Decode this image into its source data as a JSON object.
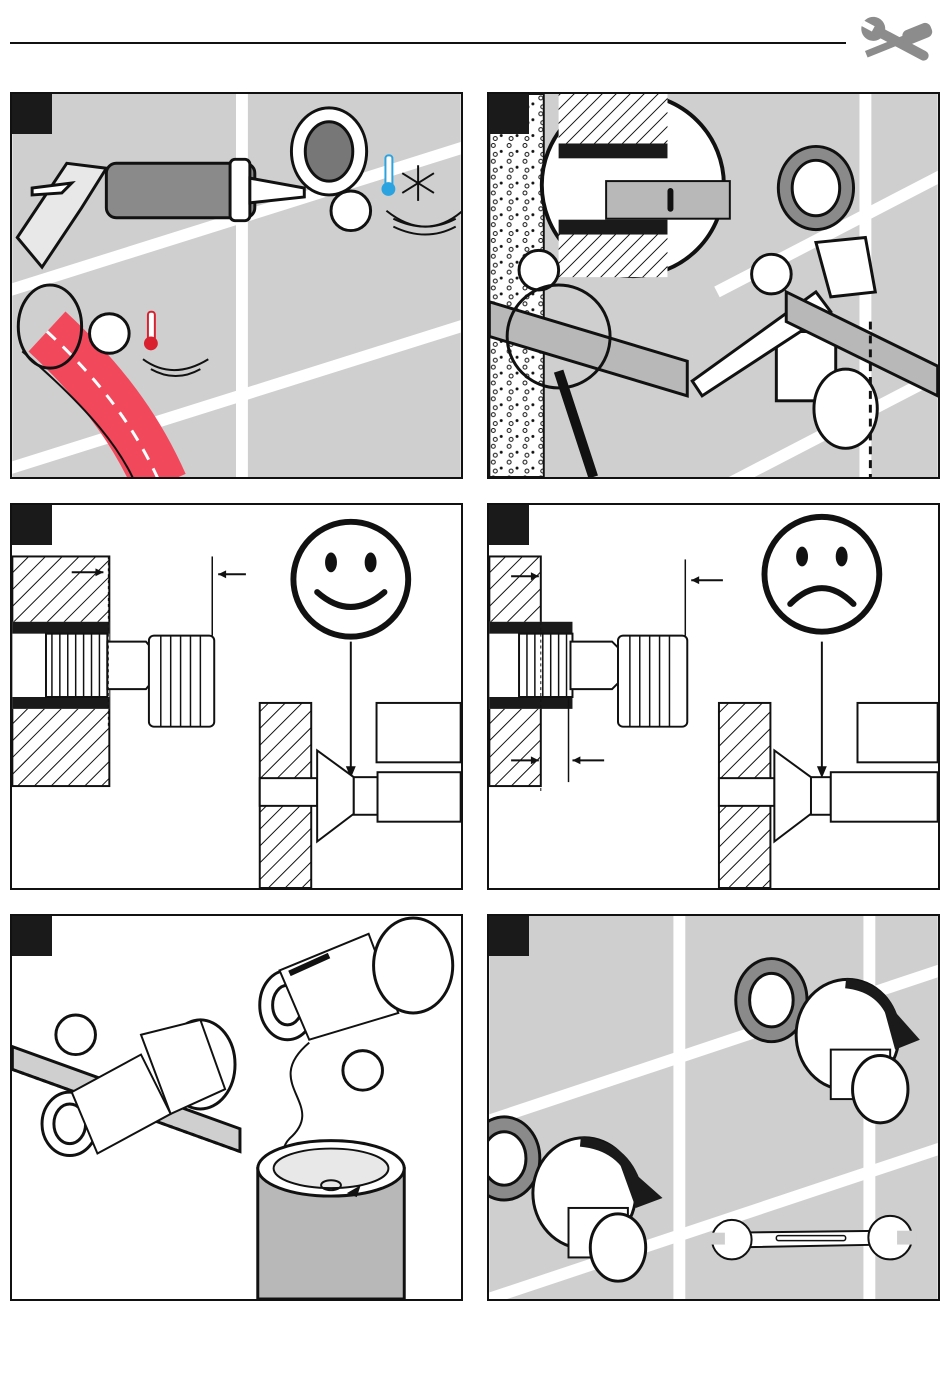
{
  "header": {
    "icon": "tools-icon"
  },
  "steps": [
    {
      "id": 1,
      "badge": "step-badge",
      "icons": [
        "caulk-gun-icon",
        "snowflake-icon",
        "cold-thermometer-icon",
        "hot-thermometer-icon",
        "hose-icon"
      ],
      "colors": {
        "wall": "#cfcfcf",
        "hose": "#f2485c",
        "cold": "#2aa3e0",
        "hot": "#d8202f"
      }
    },
    {
      "id": 2,
      "badge": "step-badge",
      "icons": [
        "magnifier-detail-icon",
        "ruler-icon",
        "hacksaw-icon",
        "fitting-icon"
      ]
    },
    {
      "id": 3,
      "badge": "step-badge",
      "icons": [
        "happy-face-icon",
        "pipe-section-icon"
      ],
      "verdict": "correct"
    },
    {
      "id": 4,
      "badge": "step-badge",
      "icons": [
        "sad-face-icon",
        "pipe-section-icon"
      ],
      "verdict": "incorrect"
    },
    {
      "id": 5,
      "badge": "step-badge",
      "icons": [
        "saw-blade-icon",
        "thread-seal-icon",
        "sealant-tin-icon"
      ]
    },
    {
      "id": 6,
      "badge": "step-badge",
      "icons": [
        "rosette-icon",
        "rotate-arrow-icon",
        "wrench-icon"
      ]
    }
  ]
}
